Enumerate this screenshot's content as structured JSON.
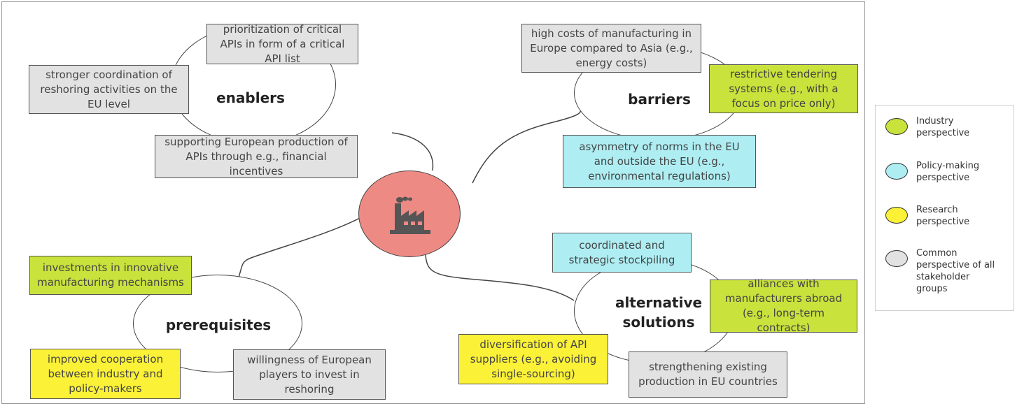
{
  "clusters": {
    "enablers": {
      "title": "enablers",
      "boxes": [
        "prioritization of critical APIs in form of a critical API list",
        "stronger coordination of reshoring activities on the EU level",
        "supporting European production of APIs through e.g., financial incentives"
      ]
    },
    "barriers": {
      "title": "barriers",
      "boxes": [
        "high costs of manufacturing in Europe compared to Asia (e.g., energy costs)",
        "restrictive tendering systems (e.g., with a focus on price only)",
        "asymmetry of norms in the EU and outside the EU (e.g., environmental regulations)"
      ]
    },
    "prerequisites": {
      "title": "prerequisites",
      "boxes": [
        "investments in innovative manufacturing mechanisms",
        "improved cooperation between industry and policy-makers",
        "willingness of European players to invest in reshoring"
      ]
    },
    "alternative": {
      "title_line1": "alternative",
      "title_line2": "solutions",
      "boxes": [
        "coordinated and strategic stockpiling",
        "alliances with manufacturers abroad (e.g., long-term contracts)",
        "diversification of API suppliers (e.g., avoiding single-sourcing)",
        "strengthening existing production in EU countries"
      ]
    }
  },
  "hub_icon": "factory-icon",
  "legend": [
    {
      "label": "Industry perspective",
      "color": "#c9e23c"
    },
    {
      "label": "Policy-making perspective",
      "color": "#aeeef3"
    },
    {
      "label": "Research perspective",
      "color": "#fbf137"
    },
    {
      "label": "Common perspective of all stakeholder groups",
      "color": "#e2e2e2"
    }
  ],
  "colors": {
    "industry": "#c9e23c",
    "policy": "#aeeef3",
    "research": "#fbf137",
    "common": "#e2e2e2",
    "hub": "#ee8a84"
  }
}
